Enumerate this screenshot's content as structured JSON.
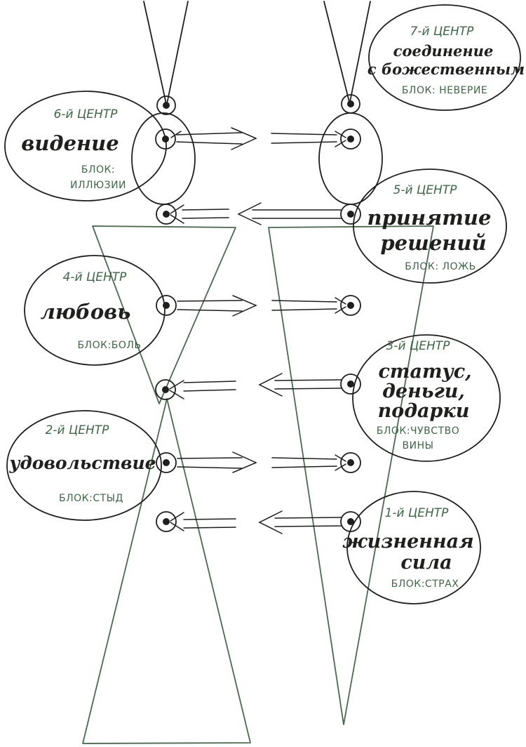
{
  "centers": [
    {
      "id": "7",
      "title": "7-й ЦЕНТР",
      "name_lines": [
        "соединение",
        "с божественным"
      ],
      "block": "БЛОК: НЕВЕРИЕ"
    },
    {
      "id": "6",
      "title": "6-й ЦЕНТР",
      "name_lines": [
        "видение"
      ],
      "block_lines": [
        "БЛОК:",
        "ИЛЛЮЗИИ"
      ]
    },
    {
      "id": "5",
      "title": "5-й ЦЕНТР",
      "name_lines": [
        "принятие",
        "решений"
      ],
      "block": "БЛОК: ЛОЖЬ"
    },
    {
      "id": "4",
      "title": "4-й ЦЕНТР",
      "name_lines": [
        "любовь"
      ],
      "block": "БЛОК:БОЛЬ"
    },
    {
      "id": "3",
      "title": "3-й ЦЕНТР",
      "name_lines": [
        "статус,",
        "деньги,",
        "подарки"
      ],
      "block_lines": [
        "БЛОК:ЧУВСТВО",
        "ВИНЫ"
      ]
    },
    {
      "id": "2",
      "title": "2-й ЦЕНТР",
      "name_lines": [
        "удовольствие"
      ],
      "block": "БЛОК:СТЫД"
    },
    {
      "id": "1",
      "title": "1-й ЦЕНТР",
      "name_lines": [
        "жизненная",
        "сила"
      ],
      "block": "БЛОК:СТРАХ"
    }
  ],
  "colors": {
    "ink": "#1d1f1c",
    "label_green": "#3f6647",
    "triangle_green": "#4a6a4e"
  }
}
